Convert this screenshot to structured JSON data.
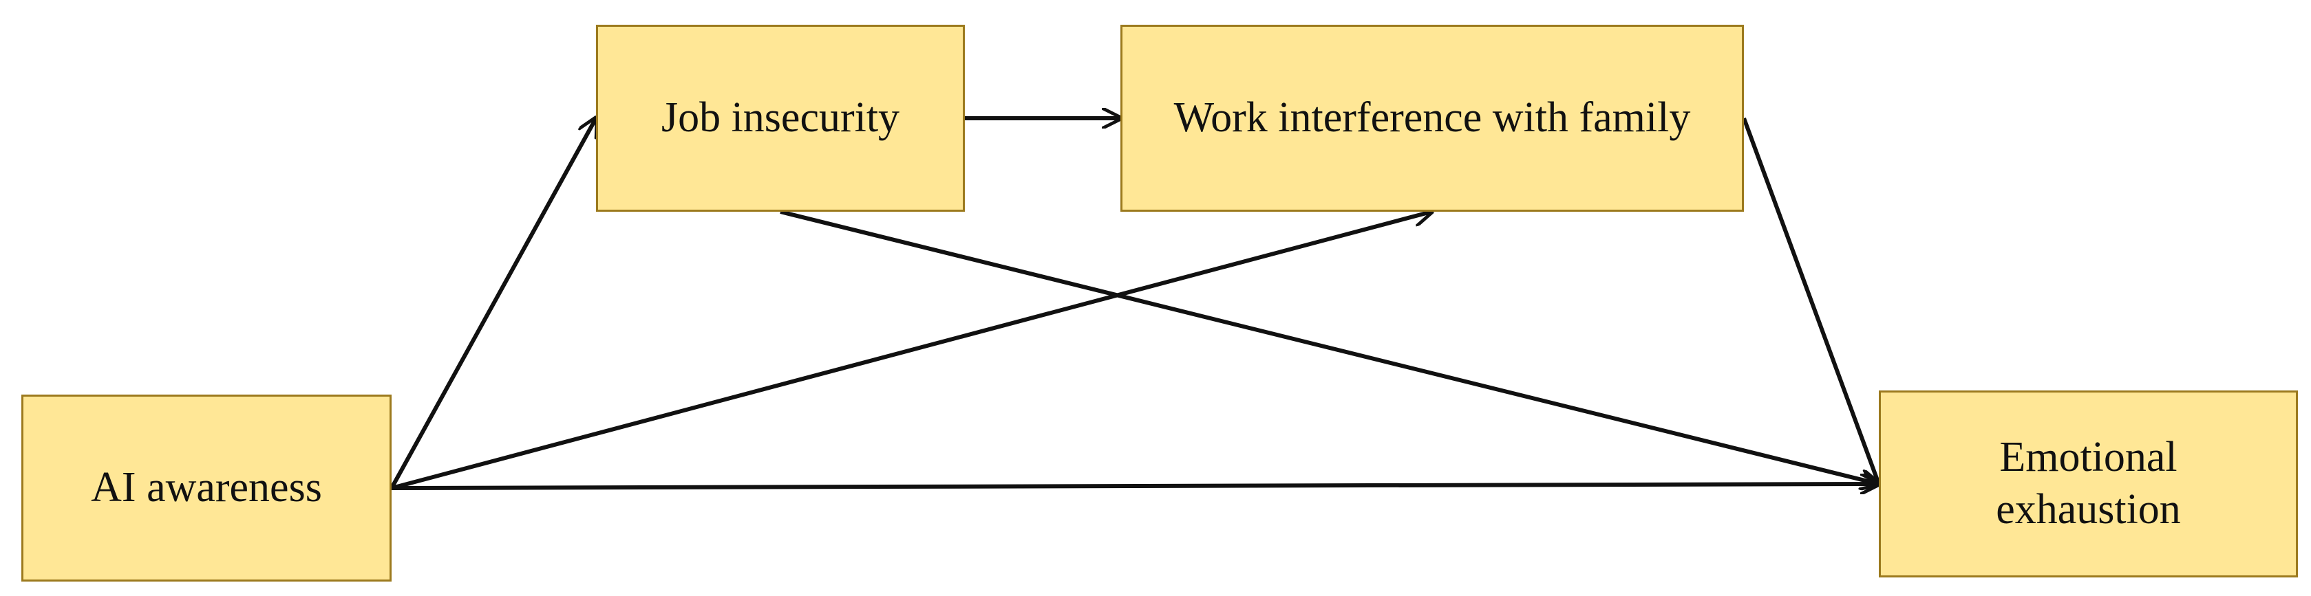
{
  "diagram": {
    "nodes": [
      {
        "id": "ai",
        "label": "AI awareness"
      },
      {
        "id": "job",
        "label": "Job insecurity"
      },
      {
        "id": "wif",
        "label": "Work interference with family"
      },
      {
        "id": "ee",
        "label": "Emotional\nexhaustion"
      }
    ],
    "edges": [
      {
        "from": "AI awareness",
        "to": "Job insecurity"
      },
      {
        "from": "AI awareness",
        "to": "Work interference with family"
      },
      {
        "from": "AI awareness",
        "to": "Emotional exhaustion"
      },
      {
        "from": "Job insecurity",
        "to": "Work interference with family"
      },
      {
        "from": "Job insecurity",
        "to": "Emotional exhaustion"
      },
      {
        "from": "Work interference with family",
        "to": "Emotional exhaustion"
      }
    ],
    "colors": {
      "box_fill": "#ffe796",
      "box_border": "#9c7a1e",
      "arrow": "#111111"
    }
  }
}
